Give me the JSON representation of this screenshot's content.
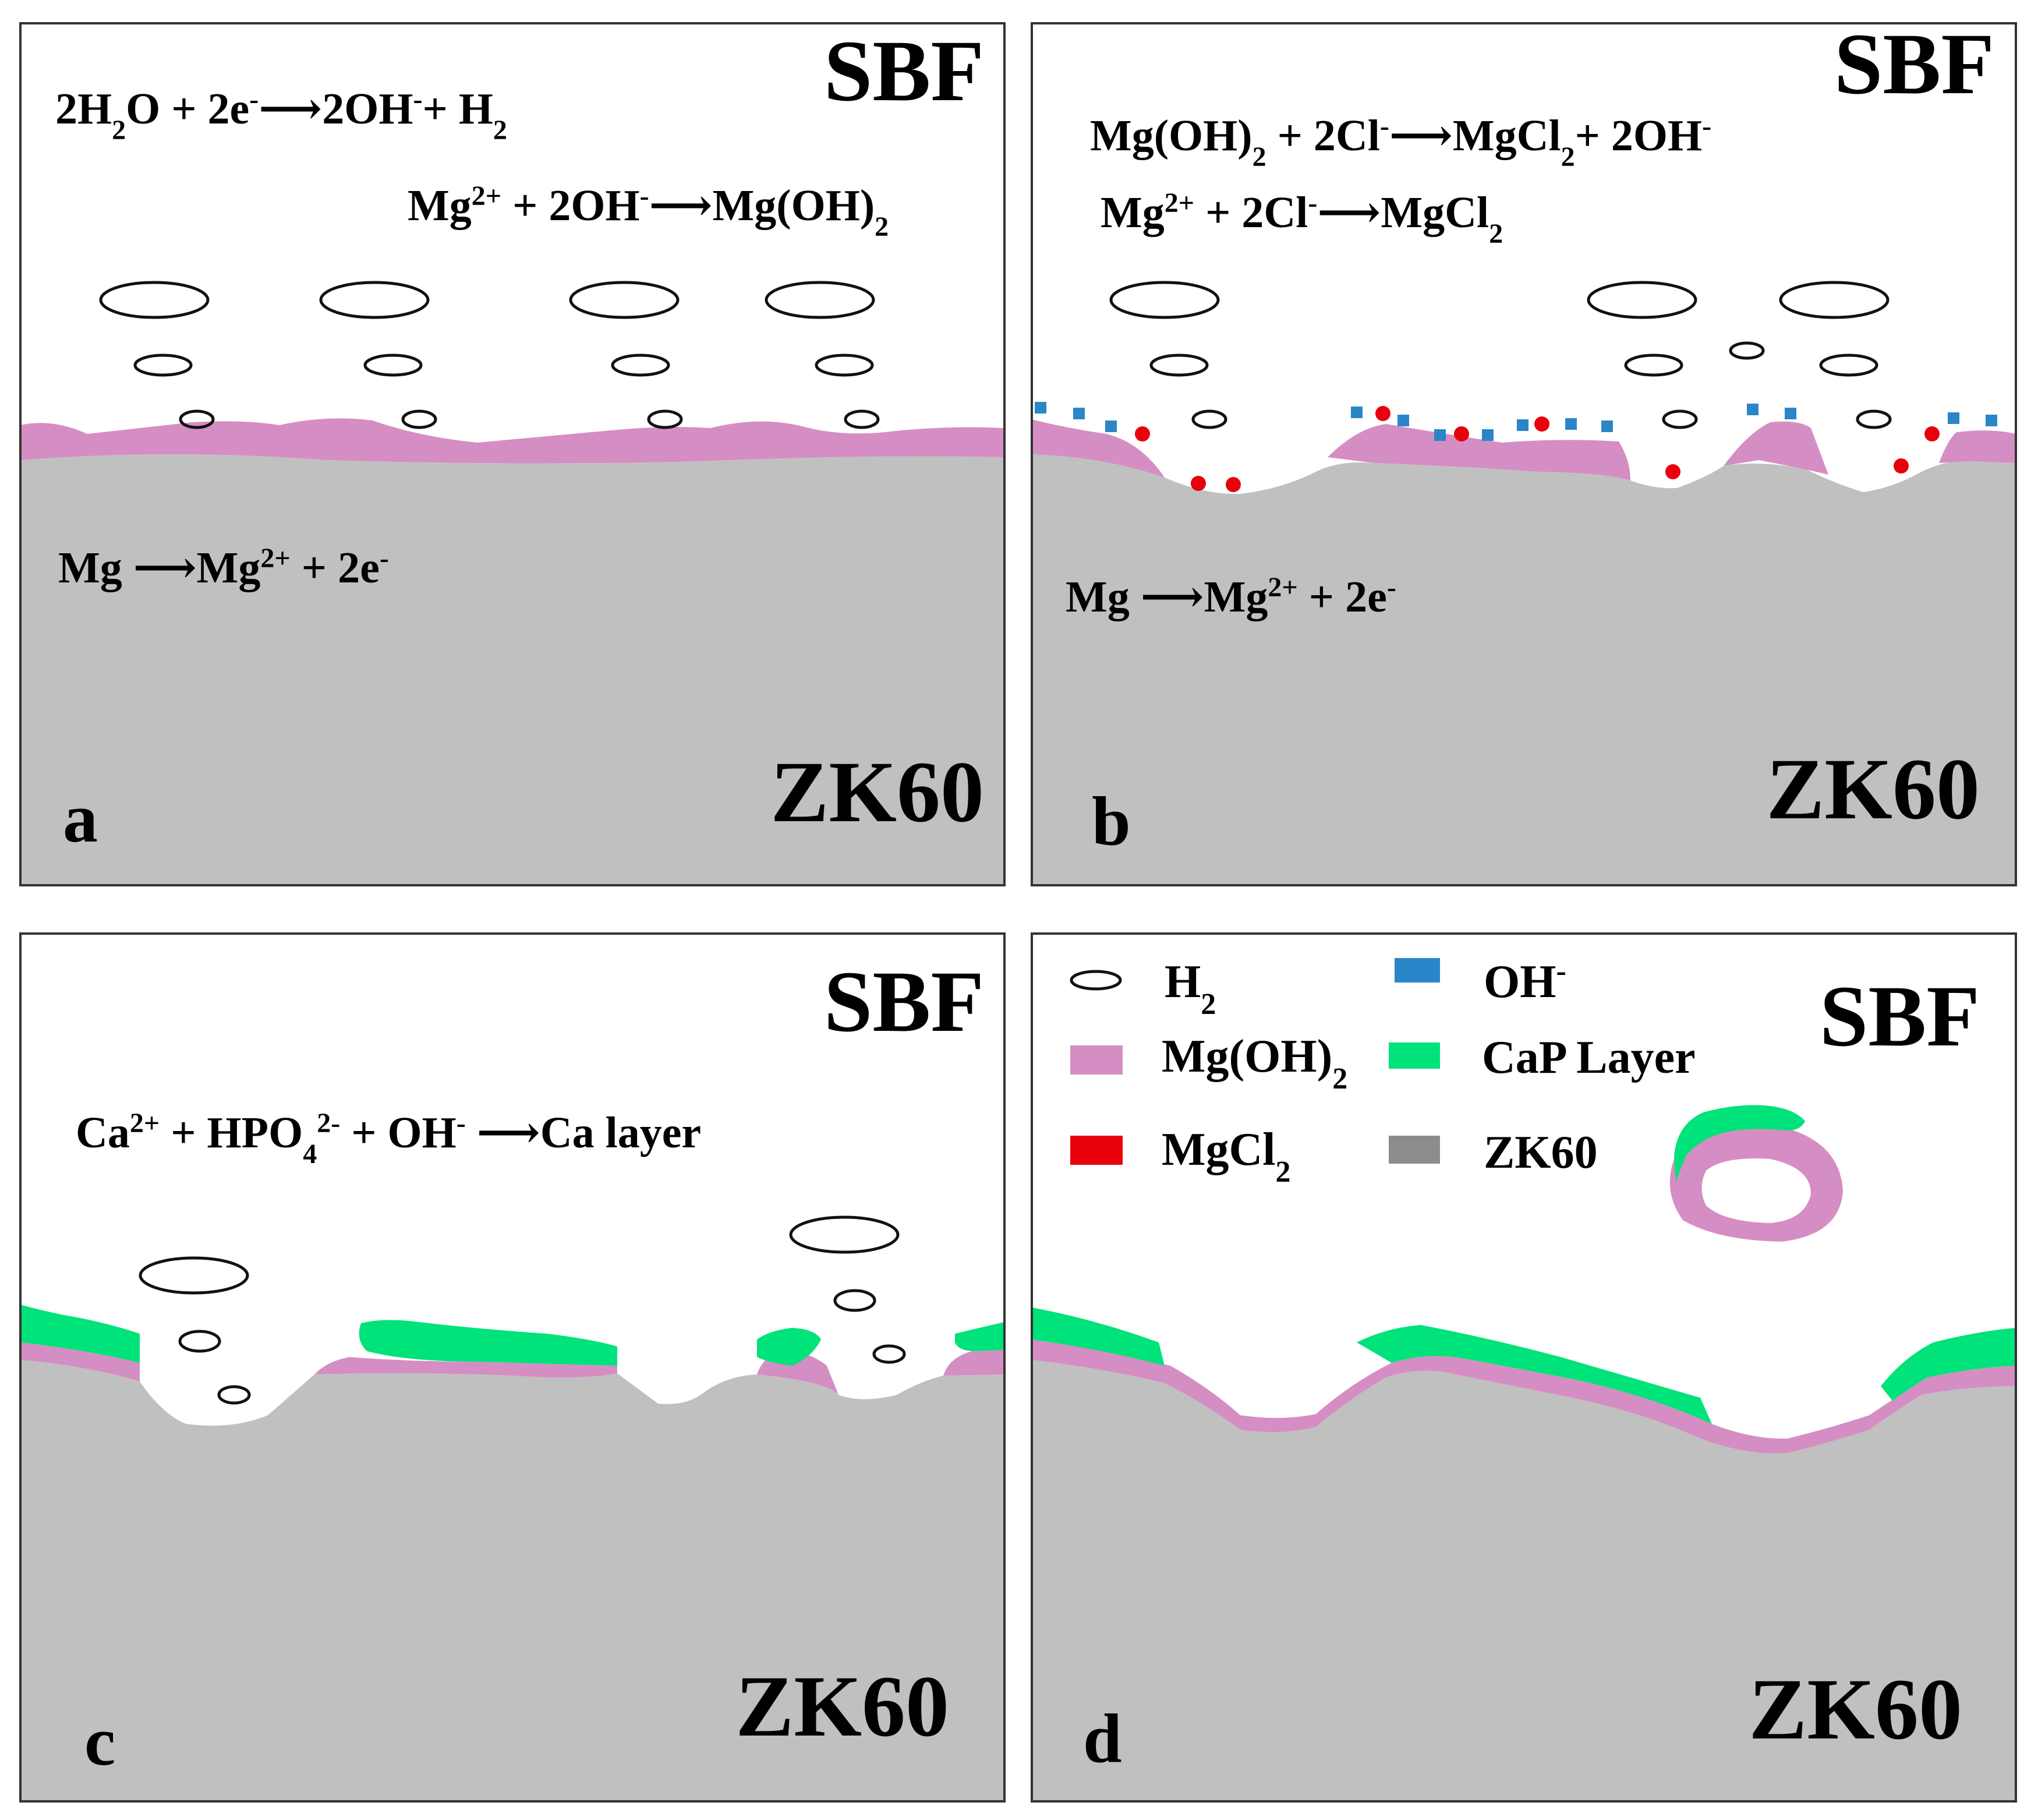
{
  "colors": {
    "substrate": "#c0c0c0",
    "mgoh2": "#d58ec3",
    "mgcl2": "#e8000c",
    "oh": "#2a86c8",
    "cap": "#00e27a",
    "legend_zk60": "#8c8c8c",
    "bubble_stroke": "#111111"
  },
  "panels": [
    {
      "id": "a",
      "medium": "SBF",
      "substrate": "ZK60",
      "label": "a",
      "eq1": {
        "parts": [
          "2H",
          "2",
          "O + 2e",
          "-",
          "⟶2OH",
          "-",
          "+ H",
          "2"
        ]
      },
      "eq2": {
        "parts": [
          "Mg",
          "2+",
          " + 2OH",
          "-",
          "⟶Mg(OH)",
          "2"
        ]
      },
      "eq3": {
        "parts": [
          "Mg ⟶Mg",
          "2+",
          " + 2e",
          "-"
        ]
      }
    },
    {
      "id": "b",
      "medium": "SBF",
      "substrate": "ZK60",
      "label": "b",
      "eq1": {
        "parts": [
          "Mg(OH)",
          "2",
          " + 2Cl",
          "-",
          "⟶MgCl",
          "2",
          "+ 2OH",
          "-"
        ]
      },
      "eq2": {
        "parts": [
          "Mg",
          "2+",
          " + 2Cl",
          "-",
          "⟶MgCl",
          "2"
        ]
      },
      "eq3": {
        "parts": [
          "Mg ⟶Mg",
          "2+",
          " + 2e",
          "-"
        ]
      }
    },
    {
      "id": "c",
      "medium": "SBF",
      "substrate": "ZK60",
      "label": "c",
      "eq1": {
        "parts": [
          "Ca",
          "2+",
          " + HPO",
          "4",
          "2-",
          " + OH",
          "-",
          " ⟶Ca layer"
        ]
      }
    },
    {
      "id": "d",
      "medium": "SBF",
      "substrate": "ZK60",
      "label": "d"
    }
  ],
  "legend": {
    "h2": {
      "parts": [
        "H",
        "2"
      ],
      "icon": "bubble-ellipse"
    },
    "oh": {
      "parts": [
        "OH",
        "-"
      ],
      "icon": "blue-square"
    },
    "mgoh2": {
      "parts": [
        "Mg(OH)",
        "2"
      ],
      "icon": "pink-swatch"
    },
    "cap": {
      "label": "CaP Layer",
      "icon": "green-swatch"
    },
    "mgcl2": {
      "parts": [
        "MgCl",
        "2"
      ],
      "icon": "red-swatch"
    },
    "zk60": {
      "label": "ZK60",
      "icon": "gray-swatch"
    }
  }
}
